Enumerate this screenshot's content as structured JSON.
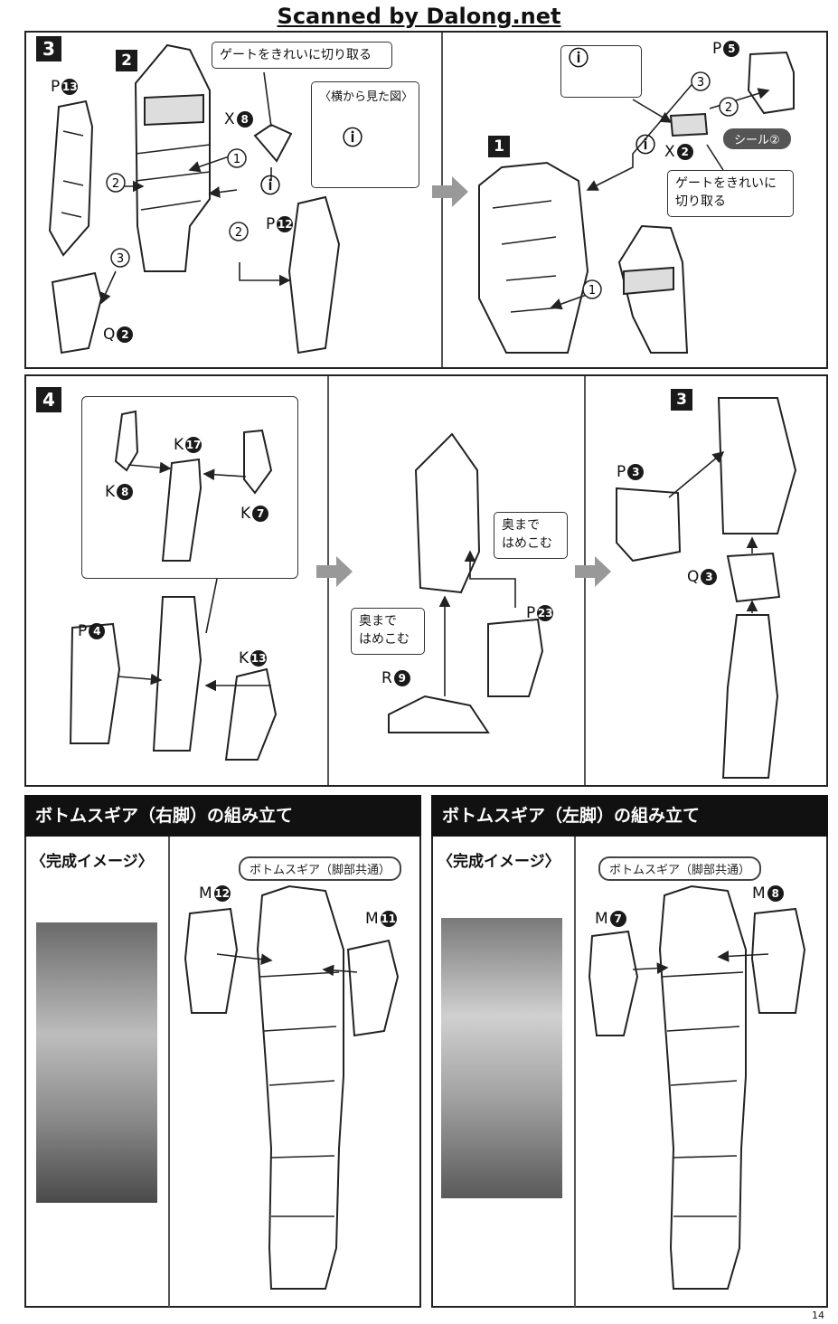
{
  "watermark": "Scanned by Dalong.net",
  "step3": {
    "num": "3",
    "sub2": "2",
    "sub1": "1",
    "note_gate": "ゲートをきれいに切り取る",
    "note_side": "〈横から見た図〉",
    "note_gate2_l1": "ゲートをきれいに",
    "note_gate2_l2": "切り取る",
    "seal": "シール②",
    "parts": {
      "p13": {
        "letter": "P",
        "num": "13"
      },
      "x8": {
        "letter": "X",
        "num": "8"
      },
      "p12": {
        "letter": "P",
        "num": "12"
      },
      "q2": {
        "letter": "Q",
        "num": "2"
      },
      "p5": {
        "letter": "P",
        "num": "5"
      },
      "x2": {
        "letter": "X",
        "num": "2"
      }
    },
    "callouts": [
      "1",
      "2",
      "2",
      "3",
      "1",
      "2",
      "3"
    ]
  },
  "step4": {
    "num": "4",
    "sub3": "3",
    "note_push1_l1": "奥まで",
    "note_push1_l2": "はめこむ",
    "note_push2_l1": "奥まで",
    "note_push2_l2": "はめこむ",
    "parts": {
      "k17": {
        "letter": "K",
        "num": "17"
      },
      "k8": {
        "letter": "K",
        "num": "8"
      },
      "k7": {
        "letter": "K",
        "num": "7"
      },
      "p4": {
        "letter": "P",
        "num": "4"
      },
      "k13": {
        "letter": "K",
        "num": "13"
      },
      "p23": {
        "letter": "P",
        "num": "23"
      },
      "r9": {
        "letter": "R",
        "num": "9"
      },
      "p3": {
        "letter": "P",
        "num": "3"
      },
      "q3": {
        "letter": "Q",
        "num": "3"
      }
    }
  },
  "right_leg": {
    "title": "ボトムスギア（右脚）の組み立て",
    "complete": "〈完成イメージ〉",
    "common": "ボトムスギア（脚部共通）",
    "m12": {
      "letter": "M",
      "num": "12"
    },
    "m11": {
      "letter": "M",
      "num": "11"
    }
  },
  "left_leg": {
    "title": "ボトムスギア（左脚）の組み立て",
    "complete": "〈完成イメージ〉",
    "common": "ボトムスギア（脚部共通）",
    "m7": {
      "letter": "M",
      "num": "7"
    },
    "m8": {
      "letter": "M",
      "num": "8"
    }
  },
  "page_number": "14"
}
